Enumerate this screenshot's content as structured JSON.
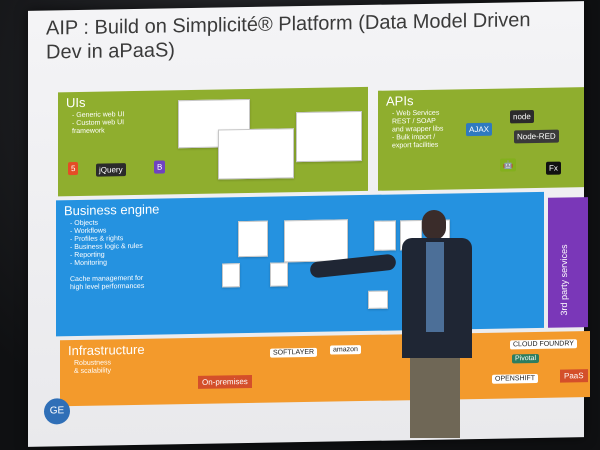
{
  "slide": {
    "title": "AIP : Build on Simplicité® Platform (Data Model Driven Dev in  aPaaS)"
  },
  "uis": {
    "title": "UIs",
    "lines": "- Generic web UI\n- Custom web UI\n  framework",
    "logos": [
      "jQuery",
      "B"
    ]
  },
  "apis": {
    "title": "APIs",
    "lines": "- Web Services\n  REST / SOAP\n  and wrapper libs\n- Bulk import /\n  export facilities",
    "logos": [
      "AJAX",
      "node",
      "Node-RED",
      "Fx"
    ]
  },
  "business": {
    "title": "Business engine",
    "lines": "- Objects\n- Workflows\n- Profiles & rights\n- Business logic & rules\n- Reporting\n- Monitoring\n\nCache management for\nhigh level performances"
  },
  "third_party": {
    "label": "3rd party services"
  },
  "infrastructure": {
    "title": "Infrastructure",
    "lines": "Robustness\n& scalability",
    "on_premises": "On-premises",
    "paas": "PaaS",
    "logos": [
      "SOFTLAYER",
      "amazon",
      "CLOUD FOUNDRY",
      "Pivotal",
      "OPENSHIFT"
    ]
  },
  "colors": {
    "green": "#8fae2e",
    "blue": "#2592e0",
    "orange": "#f39a2c",
    "purple": "#7a37b8"
  },
  "icons": {
    "ge": "ge-logo-icon",
    "html5": "html5-logo-icon",
    "bootstrap": "bootstrap-logo-icon",
    "android": "android-logo-icon"
  },
  "ge": "GE"
}
